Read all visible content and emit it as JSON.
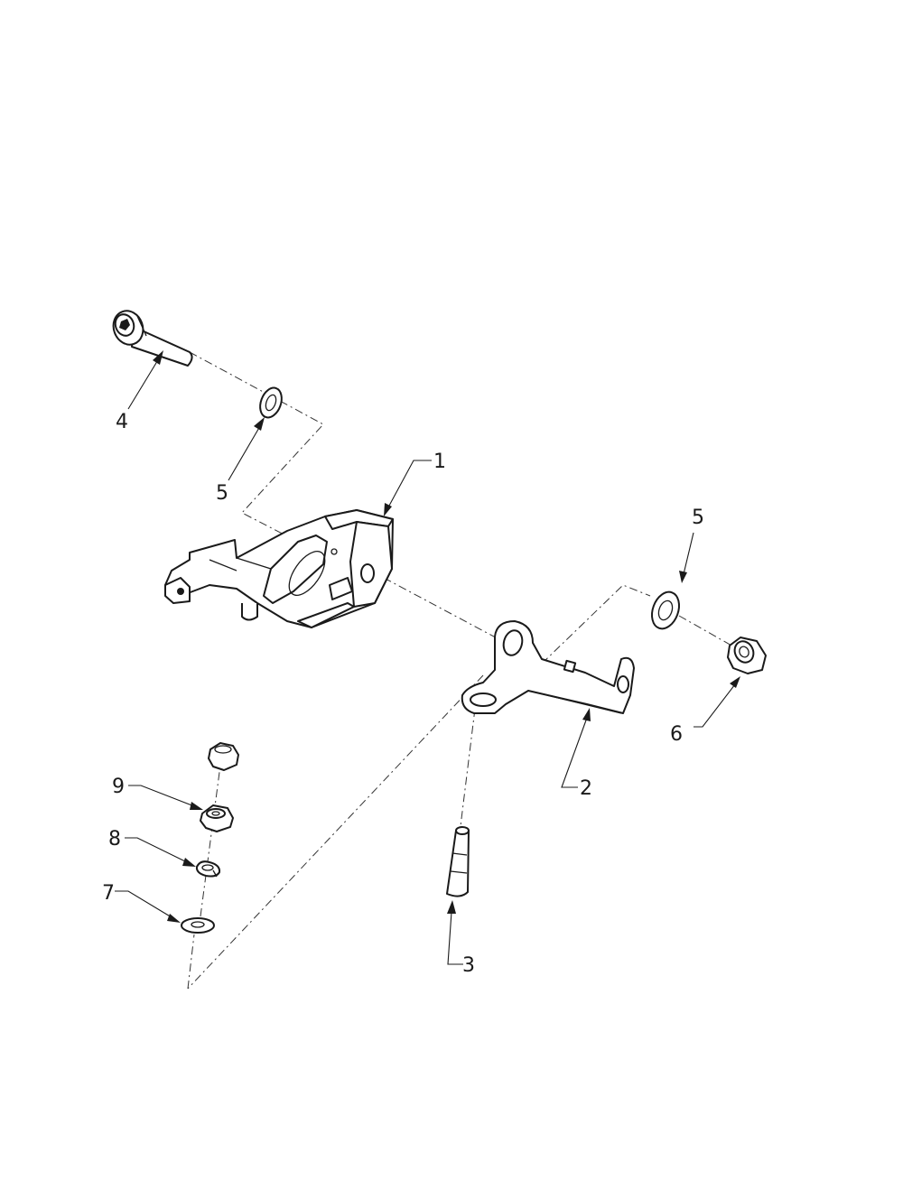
{
  "diagram": {
    "type": "exploded-parts-view",
    "callouts": [
      {
        "id": "c1",
        "label": "1"
      },
      {
        "id": "c2",
        "label": "2"
      },
      {
        "id": "c3",
        "label": "3"
      },
      {
        "id": "c4",
        "label": "4"
      },
      {
        "id": "c5a",
        "label": "5"
      },
      {
        "id": "c5b",
        "label": "5"
      },
      {
        "id": "c6",
        "label": "6"
      },
      {
        "id": "c7",
        "label": "7"
      },
      {
        "id": "c8",
        "label": "8"
      },
      {
        "id": "c9",
        "label": "9"
      }
    ]
  }
}
